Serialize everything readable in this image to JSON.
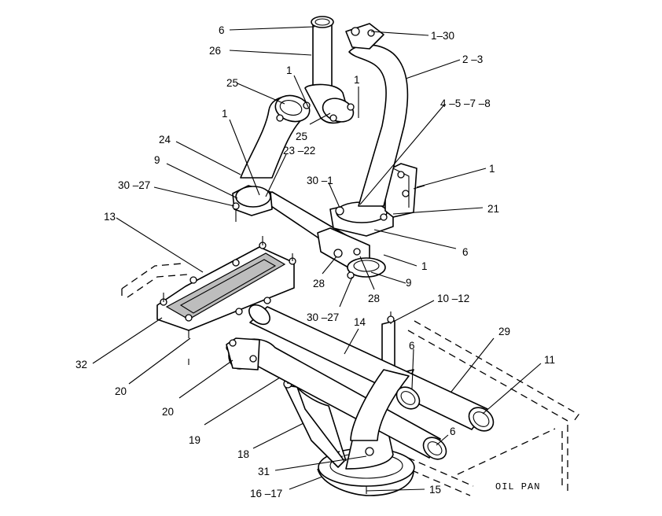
{
  "callouts": {
    "c6_top": "6",
    "c26": "26",
    "c1_30": "1–30",
    "c2_3": "2 –3",
    "c25_left": "25",
    "c1_a": "1",
    "c1_b": "1",
    "c25_mid": "25",
    "c4_8": "4 –5 –7 –8",
    "c1_c": "1",
    "c24": "24",
    "c23_22": "23 –22",
    "c9_left": "9",
    "c30_27_left": "30 –27",
    "c30_1": "30 –1",
    "c1_d": "1",
    "c21": "21",
    "c13": "13",
    "c6_mid": "6",
    "c1_e": "1",
    "c28_a": "28",
    "c9_right": "9",
    "c28_b": "28",
    "c30_27_mid": "30 –27",
    "c10_12": "10 –12",
    "c14": "14",
    "c29": "29",
    "c32": "32",
    "c6_low": "6",
    "c11": "11",
    "c20_a": "20",
    "c20_b": "20",
    "c19": "19",
    "c6_bottom": "6",
    "c18": "18",
    "c31": "31",
    "c16_17": "16 –17",
    "c15": "15"
  },
  "oil_pan_label": "OIL  PAN"
}
